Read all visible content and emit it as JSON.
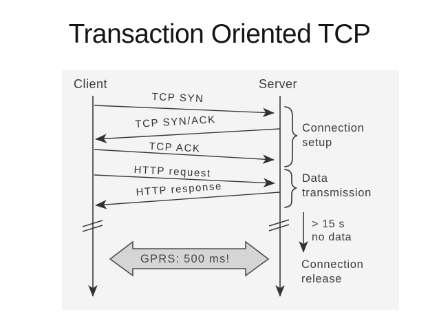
{
  "title": "Transaction Oriented TCP",
  "diagram": {
    "actors": {
      "client": "Client",
      "server": "Server"
    },
    "messages": [
      {
        "label": "TCP SYN",
        "from": "client",
        "to": "server"
      },
      {
        "label": "TCP SYN/ACK",
        "from": "server",
        "to": "client"
      },
      {
        "label": "TCP ACK",
        "from": "client",
        "to": "server"
      },
      {
        "label": "HTTP request",
        "from": "client",
        "to": "server"
      },
      {
        "label": "HTTP response",
        "from": "server",
        "to": "client"
      }
    ],
    "phases": [
      {
        "line1": "Connection",
        "line2": "setup"
      },
      {
        "line1": "Data",
        "line2": "transmission"
      }
    ],
    "timeout": {
      "line1": "> 15 s",
      "line2": "no data"
    },
    "release": {
      "line1": "Connection",
      "line2": "release"
    },
    "callout": "GPRS: 500 ms!"
  },
  "colors": {
    "ink": "#3a3a3a",
    "title_text": "#141414",
    "figure_background": "#f4f4f4",
    "callout_fill": "#d5d5d5",
    "callout_stroke": "#4f4f4f"
  }
}
